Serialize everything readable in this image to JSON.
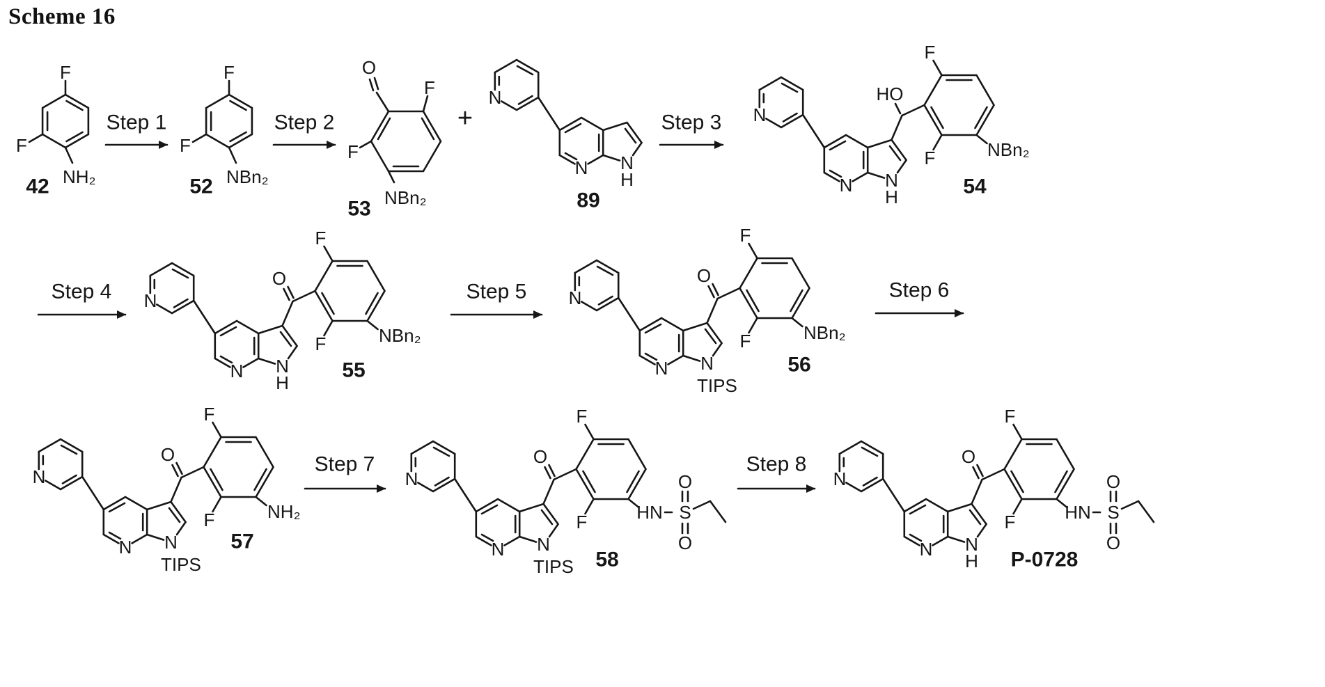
{
  "title": "Scheme 16",
  "plus": "+",
  "steps": {
    "s1": "Step 1",
    "s2": "Step 2",
    "s3": "Step 3",
    "s4": "Step 4",
    "s5": "Step 5",
    "s6": "Step 6",
    "s7": "Step 7",
    "s8": "Step 8"
  },
  "compounds": {
    "c42": "42",
    "c52": "52",
    "c53": "53",
    "c89": "89",
    "c54": "54",
    "c55": "55",
    "c56": "56",
    "c57": "57",
    "c58": "58",
    "p0728": "P-0728"
  },
  "atoms": {
    "F": "F",
    "N": "N",
    "H": "H",
    "O": "O",
    "HO": "HO",
    "S": "S",
    "NH2": "NH₂",
    "NBn2": "NBn₂",
    "HN": "HN",
    "TIPS": "TIPS"
  }
}
